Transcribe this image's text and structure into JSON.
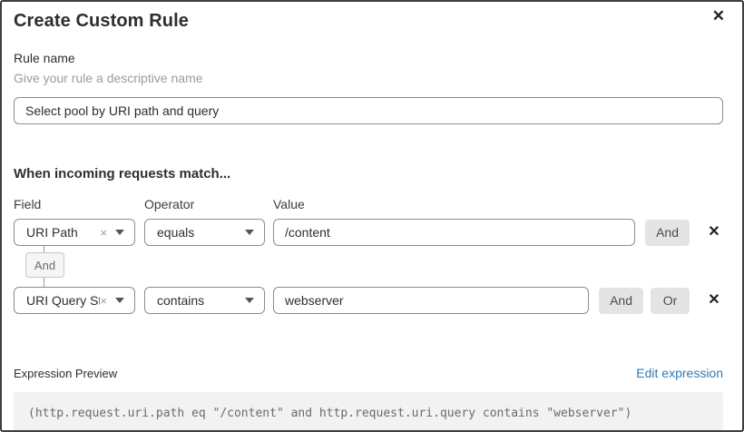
{
  "dialog": {
    "title": "Create Custom Rule",
    "close_icon": "✕"
  },
  "rule_name": {
    "label": "Rule name",
    "hint": "Give your rule a descriptive name",
    "value": "Select pool by URI path and query"
  },
  "match_section": {
    "heading": "When incoming requests match...",
    "columns": {
      "field": "Field",
      "operator": "Operator",
      "value": "Value"
    },
    "connector_label": "And",
    "rows": [
      {
        "field": "URI Path",
        "field_clear": "×",
        "operator": "equals",
        "value": "/content",
        "and_label": "And",
        "remove_icon": "✕"
      },
      {
        "field": "URI Query St...",
        "field_clear": "×",
        "operator": "contains",
        "value": "webserver",
        "and_label": "And",
        "or_label": "Or",
        "remove_icon": "✕"
      }
    ]
  },
  "expression_preview": {
    "label": "Expression Preview",
    "edit_link": "Edit expression",
    "code": "(http.request.uri.path eq \"/content\" and http.request.uri.query contains \"webserver\")"
  },
  "colors": {
    "link_blue": "#2f7bb6",
    "dialog_border": "#3f3f3f",
    "button_gray": "#e4e4e4",
    "code_background": "#f2f2f2"
  }
}
